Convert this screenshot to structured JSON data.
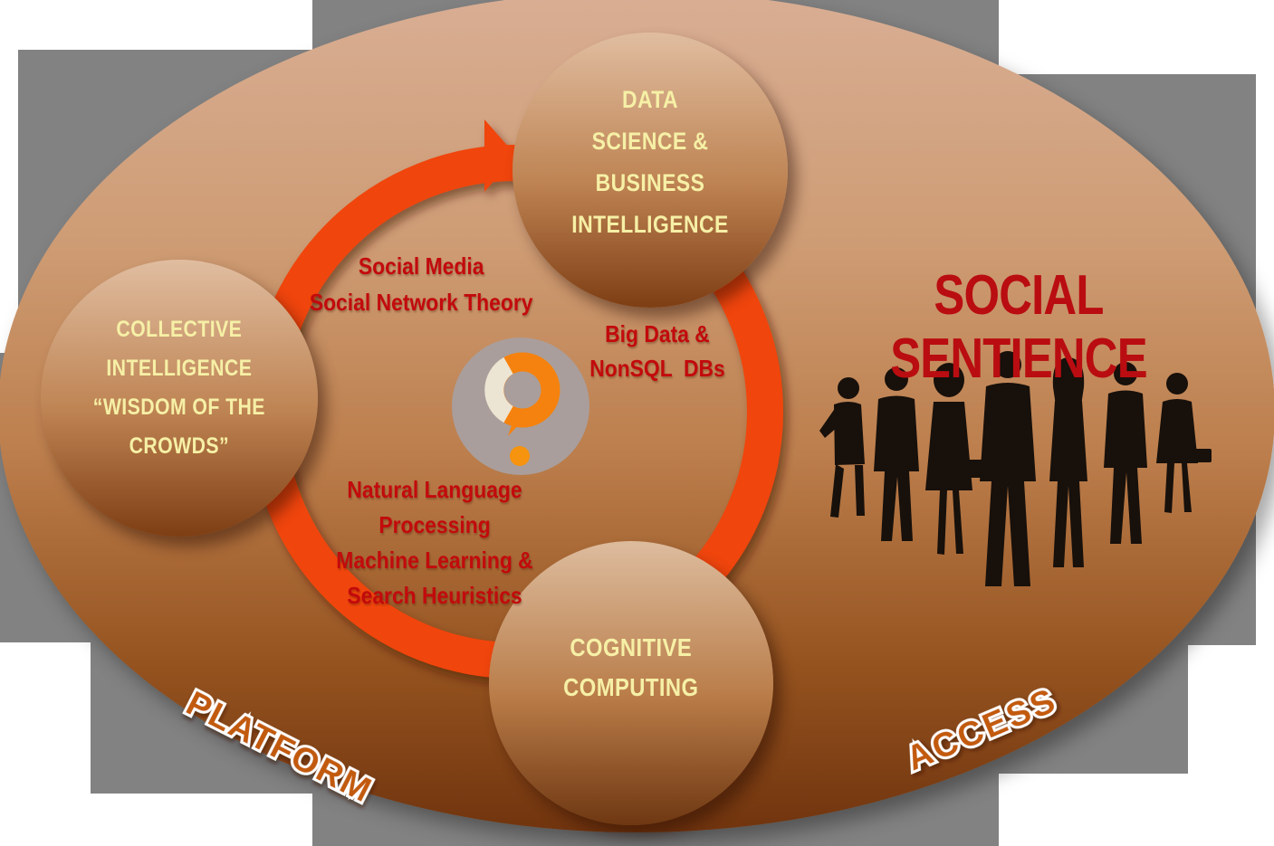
{
  "title": {
    "text": "SOCIAL SENTIENCE",
    "color": "#B90D11"
  },
  "nodes": {
    "collective": {
      "lines": [
        "COLLECTIVE",
        "INTELLIGENCE",
        "“WISDOM OF THE",
        "CROWDS”"
      ]
    },
    "data_science": {
      "lines": [
        "DATA",
        "SCIENCE &",
        "BUSINESS",
        "INTELLIGENCE"
      ]
    },
    "cognitive": {
      "lines": [
        "COGNITIVE",
        "COMPUTING"
      ]
    }
  },
  "edge_labels": {
    "social_media": {
      "lines": [
        "Social Media",
        "Social Network Theory"
      ]
    },
    "big_data": {
      "lines": [
        "Big Data &",
        "NonSQL  DBs"
      ]
    },
    "nlp": {
      "lines": [
        "Natural Language Processing",
        "Machine Learning &",
        "Search Heuristics"
      ]
    }
  },
  "ribbons": {
    "platform": "PLATFORM",
    "access": "ACCESS"
  },
  "colors": {
    "panel_gray": "#828282",
    "ellipse_top": "#D9AE94",
    "ellipse_bottom": "#70340E",
    "arrow_orange": "#F04508",
    "logo_ring_orange": "#F5820E",
    "logo_cream": "#EDE5D3",
    "logo_gray": "#A99E9C",
    "label_red": "#C20A0C",
    "node_text_yellow": "#F6F0A6",
    "ribbon_orange": "#C25A0E",
    "silhouette_black": "#17100B"
  },
  "icons": {
    "center_logo": "question-mark-logo",
    "people": "business-people-silhouette",
    "arrow": "clockwise-cycle-arrow"
  }
}
